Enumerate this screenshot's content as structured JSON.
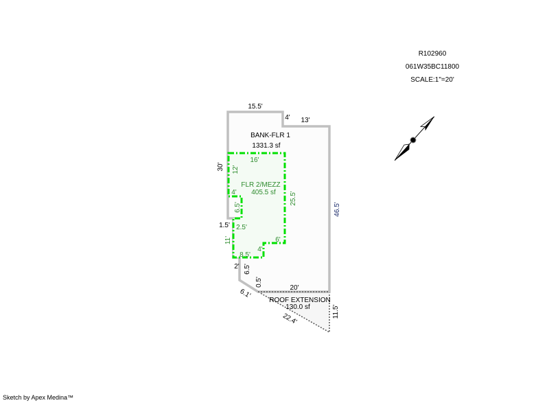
{
  "header": {
    "parcel_id": "R102960",
    "map_tax_lot": "061W35BC11800",
    "scale": "SCALE:1\"=20'"
  },
  "footer": {
    "credit": "Sketch by Apex Medina™"
  },
  "colors": {
    "outline": "#c0c0c0",
    "mezz": "#00e000",
    "mezz_text": "#2e8b2e",
    "dim_text": "#000000",
    "accent_dim": "#1a2a6a",
    "roof": "#555555"
  },
  "areas": [
    {
      "name": "BANK-FLR 1",
      "area": "1331.3 sf"
    },
    {
      "name": "FLR 2/MEZZ",
      "area": "405.5 sf"
    },
    {
      "name": "ROOF EXTENSION",
      "area": "130.0 sf"
    }
  ],
  "dimensions": {
    "bank": [
      "15.5'",
      "4'",
      "13'",
      "30'",
      "46.5'",
      "1.5'",
      "11'",
      "2'",
      "6.5'",
      "0.5'",
      "6.1'"
    ],
    "mezz": [
      "16'",
      "12'",
      "4'",
      "6.5'",
      "2.5'",
      "25.5'",
      "6'",
      "4'",
      "8.5'"
    ],
    "roof": [
      "20'",
      "22.4'",
      "11.5'"
    ]
  },
  "compass": {
    "icon": "north-arrow-icon"
  }
}
